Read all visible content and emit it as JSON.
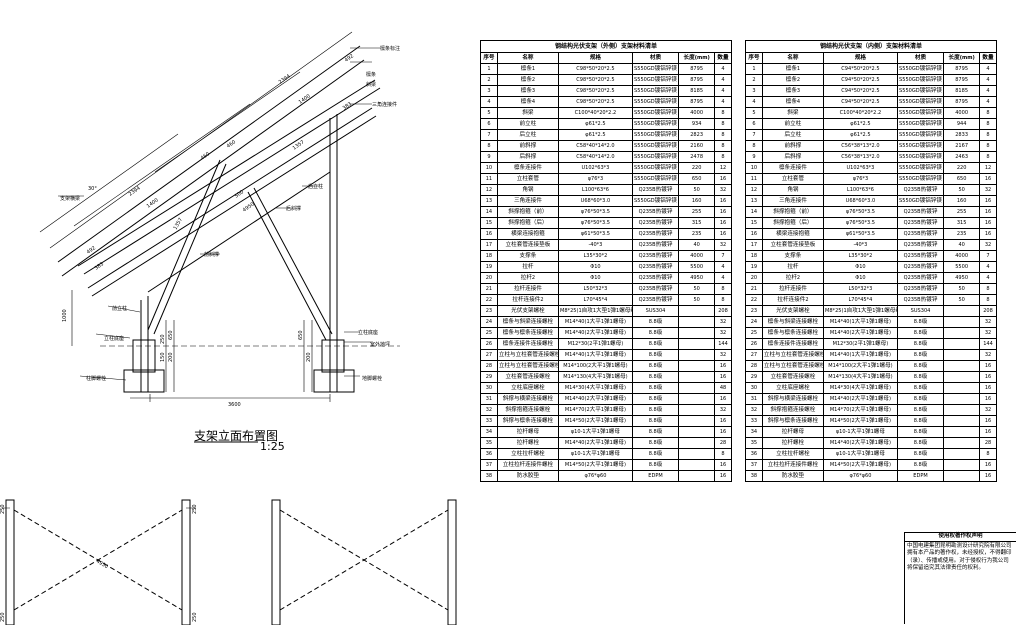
{
  "drawing": {
    "title": "支架立面布置图",
    "scale": "1:25",
    "dims": {
      "top_member": "2394",
      "top_upper": "1400",
      "top_a": "492",
      "top_b": "460",
      "lower_member": "2394",
      "lower_span": "1400",
      "lower_a": "492",
      "lower_b": "460",
      "d_383_l": "383",
      "d_383_r": "383",
      "d_1357": "1357",
      "d_1357_b": "1357",
      "d_500": "500",
      "d_4950": "4950",
      "height": "1000",
      "base_650_l": "650",
      "base_200_l": "200",
      "base_650_r": "650",
      "base_200_r": "200",
      "base_250": "250",
      "base_150": "150",
      "span": "3600",
      "angle": "30°",
      "lower_diag": "4950",
      "lower_250_a": "250",
      "lower_250_b": "250",
      "lower_250_c": "250",
      "lower_250_d": "250"
    },
    "labels": {
      "l1": "檩条标注",
      "l2": "檩条",
      "l3": "斜梁",
      "l4": "三角连接件",
      "l5": "后立柱",
      "l6": "前斜撑",
      "l7": "后斜撑",
      "l8": "前立柱",
      "l9": "支架横梁",
      "l10": "立柱底座",
      "l11": "柱脚螺栓",
      "l12": "室外地坪",
      "l13": "地脚螺栓",
      "l14": "立柱底座"
    }
  },
  "tables": [
    {
      "title": "钢结构光伏支架（外侧）支架材料清单",
      "headers": [
        "序号",
        "名称",
        "规格",
        "材质",
        "长度(mm)",
        "数量"
      ],
      "rows": [
        [
          "1",
          "檩条1",
          "C98*50*20*2.5",
          "S550GD镀铝锌镁",
          "8795",
          "4"
        ],
        [
          "2",
          "檩条2",
          "C98*50*20*2.5",
          "S550GD镀铝锌镁",
          "8795",
          "4"
        ],
        [
          "3",
          "檩条3",
          "C98*50*20*2.5",
          "S550GD镀铝锌镁",
          "8185",
          "4"
        ],
        [
          "4",
          "檩条4",
          "C98*50*20*2.5",
          "S550GD镀铝锌镁",
          "8795",
          "4"
        ],
        [
          "5",
          "斜梁",
          "C100*40*20*2.2",
          "S550GD镀铝锌镁",
          "4000",
          "8"
        ],
        [
          "6",
          "前立柱",
          "φ61*2.5",
          "S550GD镀铝锌镁",
          "934",
          "8"
        ],
        [
          "7",
          "后立柱",
          "φ61*2.5",
          "S550GD镀铝锌镁",
          "2823",
          "8"
        ],
        [
          "8",
          "前斜撑",
          "C58*40*14*2.0",
          "S550GD镀铝锌镁",
          "2160",
          "8"
        ],
        [
          "9",
          "后斜撑",
          "C58*40*14*2.0",
          "S550GD镀铝锌镁",
          "2478",
          "8"
        ],
        [
          "10",
          "檩条连接件",
          "U102*63*3",
          "S550GD镀铝锌镁",
          "220",
          "12"
        ],
        [
          "11",
          "立柱套管",
          "φ76*3",
          "S550GD镀铝锌镁",
          "650",
          "16"
        ],
        [
          "12",
          "角钢",
          "L100*63*6",
          "Q235B热镀锌",
          "50",
          "32"
        ],
        [
          "13",
          "三角连接件",
          "U68*60*3.0",
          "S550GD镀铝锌镁",
          "160",
          "16"
        ],
        [
          "14",
          "斜撑抱箍（前）",
          "φ76*50*3.5",
          "Q235B热镀锌",
          "255",
          "16"
        ],
        [
          "15",
          "斜撑抱箍（后）",
          "φ76*50*3.5",
          "Q235B热镀锌",
          "315",
          "16"
        ],
        [
          "16",
          "横梁连接抱箍",
          "φ61*50*3.5",
          "Q235B热镀锌",
          "235",
          "16"
        ],
        [
          "17",
          "立柱套管连接垫板",
          "-40*3",
          "Q235B热镀锌",
          "40",
          "32"
        ],
        [
          "18",
          "支撑条",
          "L35*30*2",
          "Q235B热镀锌",
          "4000",
          "7"
        ],
        [
          "19",
          "拉杆",
          "Φ10",
          "Q235B热镀锌",
          "5500",
          "4"
        ],
        [
          "20",
          "拉杆2",
          "Φ10",
          "Q235B热镀锌",
          "4950",
          "4"
        ],
        [
          "21",
          "拉杆连接件",
          "L50*32*3",
          "Q235B热镀锌",
          "50",
          "8"
        ],
        [
          "22",
          "拉杆连接件2",
          "L70*45*4",
          "Q235B热镀锌",
          "50",
          "8"
        ],
        [
          "23",
          "光伏支架螺栓",
          "M8*25(1自攻1大垫1弹1螺母组合)",
          "SUS304",
          "",
          "208"
        ],
        [
          "24",
          "檩条与斜梁连接螺栓",
          "M14*40(1大平1弹1螺母)",
          "8.8级",
          "",
          "32"
        ],
        [
          "25",
          "檩条与檩条连接螺栓",
          "M14*40(2大平1弹1螺母)",
          "8.8级",
          "",
          "32"
        ],
        [
          "26",
          "檩条连接件连接螺栓",
          "M12*30(2平1弹1螺母)",
          "8.8级",
          "",
          "144"
        ],
        [
          "27",
          "立柱与立柱套管连接螺栓",
          "M14*40(1大平1弹1螺母)",
          "8.8级",
          "",
          "32"
        ],
        [
          "28",
          "立柱与立柱套管连接螺栓",
          "M14*100(2大平1弹1螺母)",
          "8.8级",
          "",
          "16"
        ],
        [
          "29",
          "立柱套管连接螺栓",
          "M14*130(4大平1弹1螺母)",
          "8.8级",
          "",
          "16"
        ],
        [
          "30",
          "立柱底座螺栓",
          "M14*30(4大平1弹1螺母)",
          "8.8级",
          "",
          "48"
        ],
        [
          "31",
          "斜撑与横梁连接螺栓",
          "M14*40(2大平1弹1螺母)",
          "8.8级",
          "",
          "16"
        ],
        [
          "32",
          "斜撑抱箍连接螺栓",
          "M14*70(2大平1弹1螺母)",
          "8.8级",
          "",
          "32"
        ],
        [
          "33",
          "斜撑与檩条连接螺栓",
          "M14*50(2大平1弹1螺母)",
          "8.8级",
          "",
          "16"
        ],
        [
          "34",
          "拉杆螺母",
          "φ10-1大平1弹1螺母",
          "8.8级",
          "",
          "16"
        ],
        [
          "35",
          "拉杆螺栓",
          "M14*40(2大平1弹1螺母)",
          "8.8级",
          "",
          "28"
        ],
        [
          "36",
          "立柱拉杆螺栓",
          "φ10-1大平1弹1螺母",
          "8.8级",
          "",
          "8"
        ],
        [
          "37",
          "立柱拉杆连接件螺栓",
          "M14*50(2大平1弹1螺母)",
          "8.8级",
          "",
          "16"
        ],
        [
          "38",
          "防水胶垫",
          "φ76*φ60",
          "EDPM",
          "",
          "16"
        ]
      ]
    },
    {
      "title": "钢结构光伏支架（内侧）支架材料清单",
      "headers": [
        "序号",
        "名称",
        "规格",
        "材质",
        "长度(mm)",
        "数量"
      ],
      "rows": [
        [
          "1",
          "檩条1",
          "C94*50*20*2.5",
          "S550GD镀铝锌镁",
          "8795",
          "4"
        ],
        [
          "2",
          "檩条2",
          "C94*50*20*2.5",
          "S550GD镀铝锌镁",
          "8795",
          "4"
        ],
        [
          "3",
          "檩条3",
          "C94*50*20*2.5",
          "S550GD镀铝锌镁",
          "8185",
          "4"
        ],
        [
          "4",
          "檩条4",
          "C94*50*20*2.5",
          "S550GD镀铝锌镁",
          "8795",
          "4"
        ],
        [
          "5",
          "斜梁",
          "C100*40*20*2.2",
          "S550GD镀铝锌镁",
          "4000",
          "8"
        ],
        [
          "6",
          "前立柱",
          "φ61*2.5",
          "S550GD镀铝锌镁",
          "944",
          "8"
        ],
        [
          "7",
          "后立柱",
          "φ61*2.5",
          "S550GD镀铝锌镁",
          "2833",
          "8"
        ],
        [
          "8",
          "前斜撑",
          "C56*38*13*2.0",
          "S550GD镀铝锌镁",
          "2167",
          "8"
        ],
        [
          "9",
          "后斜撑",
          "C56*38*13*2.0",
          "S550GD镀铝锌镁",
          "2463",
          "8"
        ],
        [
          "10",
          "檩条连接件",
          "U102*63*3",
          "S550GD镀铝锌镁",
          "220",
          "12"
        ],
        [
          "11",
          "立柱套管",
          "φ76*3",
          "S550GD镀铝锌镁",
          "650",
          "16"
        ],
        [
          "12",
          "角钢",
          "L100*63*6",
          "Q235B热镀锌",
          "50",
          "32"
        ],
        [
          "13",
          "三角连接件",
          "U68*60*3.0",
          "S550GD镀铝锌镁",
          "160",
          "16"
        ],
        [
          "14",
          "斜撑抱箍（前）",
          "φ76*50*3.5",
          "Q235B热镀锌",
          "255",
          "16"
        ],
        [
          "15",
          "斜撑抱箍（后）",
          "φ76*50*3.5",
          "Q235B热镀锌",
          "315",
          "16"
        ],
        [
          "16",
          "横梁连接抱箍",
          "φ61*50*3.5",
          "Q235B热镀锌",
          "235",
          "16"
        ],
        [
          "17",
          "立柱套管连接垫板",
          "-40*3",
          "Q235B热镀锌",
          "40",
          "32"
        ],
        [
          "18",
          "支撑条",
          "L35*30*2",
          "Q235B热镀锌",
          "4000",
          "7"
        ],
        [
          "19",
          "拉杆",
          "Φ10",
          "Q235B热镀锌",
          "5500",
          "4"
        ],
        [
          "20",
          "拉杆2",
          "Φ10",
          "Q235B热镀锌",
          "4950",
          "4"
        ],
        [
          "21",
          "拉杆连接件",
          "L50*32*3",
          "Q235B热镀锌",
          "50",
          "8"
        ],
        [
          "22",
          "拉杆连接件2",
          "L70*45*4",
          "Q235B热镀锌",
          "50",
          "8"
        ],
        [
          "23",
          "光伏支架螺栓",
          "M8*25(1自攻1大垫1弹1螺母组合)",
          "SUS304",
          "",
          "208"
        ],
        [
          "24",
          "檩条与斜梁连接螺栓",
          "M14*40(1大平1弹1螺母)",
          "8.8级",
          "",
          "32"
        ],
        [
          "25",
          "檩条与檩条连接螺栓",
          "M14*40(2大平1弹1螺母)",
          "8.8级",
          "",
          "32"
        ],
        [
          "26",
          "檩条连接件连接螺栓",
          "M12*30(2平1弹1螺母)",
          "8.8级",
          "",
          "144"
        ],
        [
          "27",
          "立柱与立柱套管连接螺栓",
          "M14*40(1大平1弹1螺母)",
          "8.8级",
          "",
          "32"
        ],
        [
          "28",
          "立柱与立柱套管连接螺栓",
          "M14*100(2大平1弹1螺母)",
          "8.8级",
          "",
          "16"
        ],
        [
          "29",
          "立柱套管连接螺栓",
          "M14*130(4大平1弹1螺母)",
          "8.8级",
          "",
          "16"
        ],
        [
          "30",
          "立柱底座螺栓",
          "M14*30(4大平1弹1螺母)",
          "8.8级",
          "",
          "16"
        ],
        [
          "31",
          "斜撑与横梁连接螺栓",
          "M14*40(2大平1弹1螺母)",
          "8.8级",
          "",
          "16"
        ],
        [
          "32",
          "斜撑抱箍连接螺栓",
          "M14*70(2大平1弹1螺母)",
          "8.8级",
          "",
          "32"
        ],
        [
          "33",
          "斜撑与檩条连接螺栓",
          "M14*50(2大平1弹1螺母)",
          "8.8级",
          "",
          "16"
        ],
        [
          "34",
          "拉杆螺母",
          "φ10-1大平1弹1螺母",
          "8.8级",
          "",
          "16"
        ],
        [
          "35",
          "拉杆螺栓",
          "M14*40(2大平1弹1螺母)",
          "8.8级",
          "",
          "28"
        ],
        [
          "36",
          "立柱拉杆螺栓",
          "φ10-1大平1弹1螺母",
          "8.8级",
          "",
          "8"
        ],
        [
          "37",
          "立柱拉杆连接件螺栓",
          "M14*50(2大平1弹1螺母)",
          "8.8级",
          "",
          "16"
        ],
        [
          "38",
          "防水胶垫",
          "φ76*φ60",
          "EDPM",
          "",
          "16"
        ]
      ]
    }
  ],
  "notice": {
    "title": "使用权著作权声明",
    "body": "中国电建集团昆明勘测设计研究院有限公司拥有本产品的著作权，未经授权，不得翻印（录）、传播或使用。对于侵权行为我公司将保留追究其法律责任的权利。"
  }
}
